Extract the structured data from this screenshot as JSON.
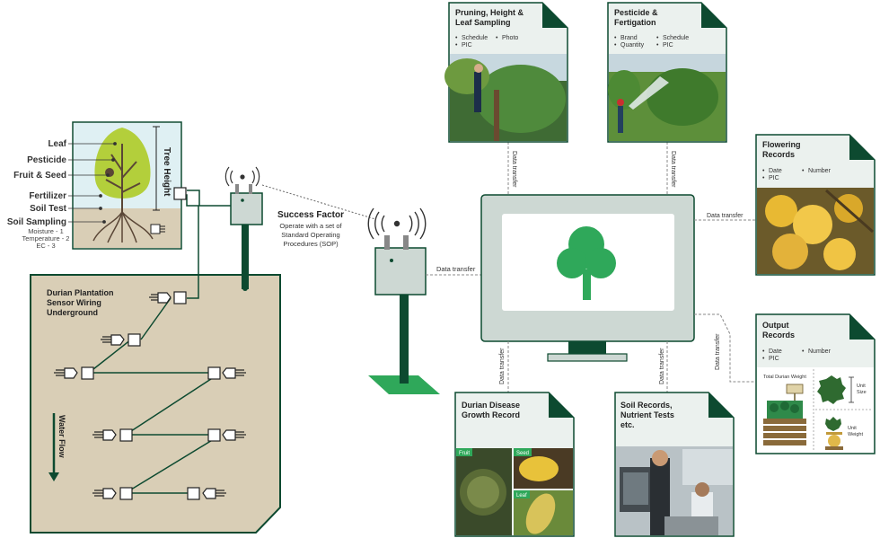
{
  "tree_panel": {
    "leaf": "Leaf",
    "pesticide": "Pesticide",
    "fruit_seed": "Fruit & Seed",
    "fertilizer": "Fertilizer",
    "soil_test": "Soil Test",
    "soil_sampling": "Soil Sampling",
    "soil_metrics": [
      "Moisture - 1",
      "Temperature - 2",
      "EC - 3"
    ],
    "tree_height": "Tree Height"
  },
  "plantation": {
    "title_lines": [
      "Durian Plantation",
      "Sensor Wiring",
      "Underground"
    ],
    "water_flow": "Water Flow"
  },
  "success": {
    "title": "Success Factor",
    "lines": [
      "Operate with a set of",
      "Standard Operating",
      "Procedures (SOP)"
    ]
  },
  "data_transfer": "Data transfer",
  "cards": {
    "pruning": {
      "title_lines": [
        "Pruning, Height &",
        "Leaf Sampling"
      ],
      "bullets": [
        "Schedule",
        "Photo",
        "PIC"
      ]
    },
    "pesticide": {
      "title_lines": [
        "Pesticide &",
        "Fertigation"
      ],
      "bullets": [
        "Brand",
        "Schedule",
        "Quantity",
        "PIC"
      ]
    },
    "flowering": {
      "title_lines": [
        "Flowering",
        "Records"
      ],
      "bullets": [
        "Date",
        "Number",
        "PIC"
      ]
    },
    "output": {
      "title_lines": [
        "Output",
        "Records"
      ],
      "bullets": [
        "Date",
        "Number",
        "PIC"
      ],
      "weight_label": "Total Durian Weight",
      "unit_size": [
        "Unit",
        "Size"
      ],
      "unit_weight": [
        "Unit",
        "Weight"
      ]
    },
    "disease": {
      "title_lines": [
        "Durian Disease",
        "Growth Record"
      ],
      "tags": [
        "Fruit",
        "Seed",
        "Leaf"
      ]
    },
    "soil": {
      "title_lines": [
        "Soil Records,",
        "Nutrient Tests",
        "etc."
      ]
    }
  },
  "colors": {
    "dark_green": "#0d4a30",
    "green": "#2fa85a",
    "beige": "#d9ceb6",
    "monitor_gray": "#cdd8d3",
    "card_bg": "#ebf1ee"
  }
}
